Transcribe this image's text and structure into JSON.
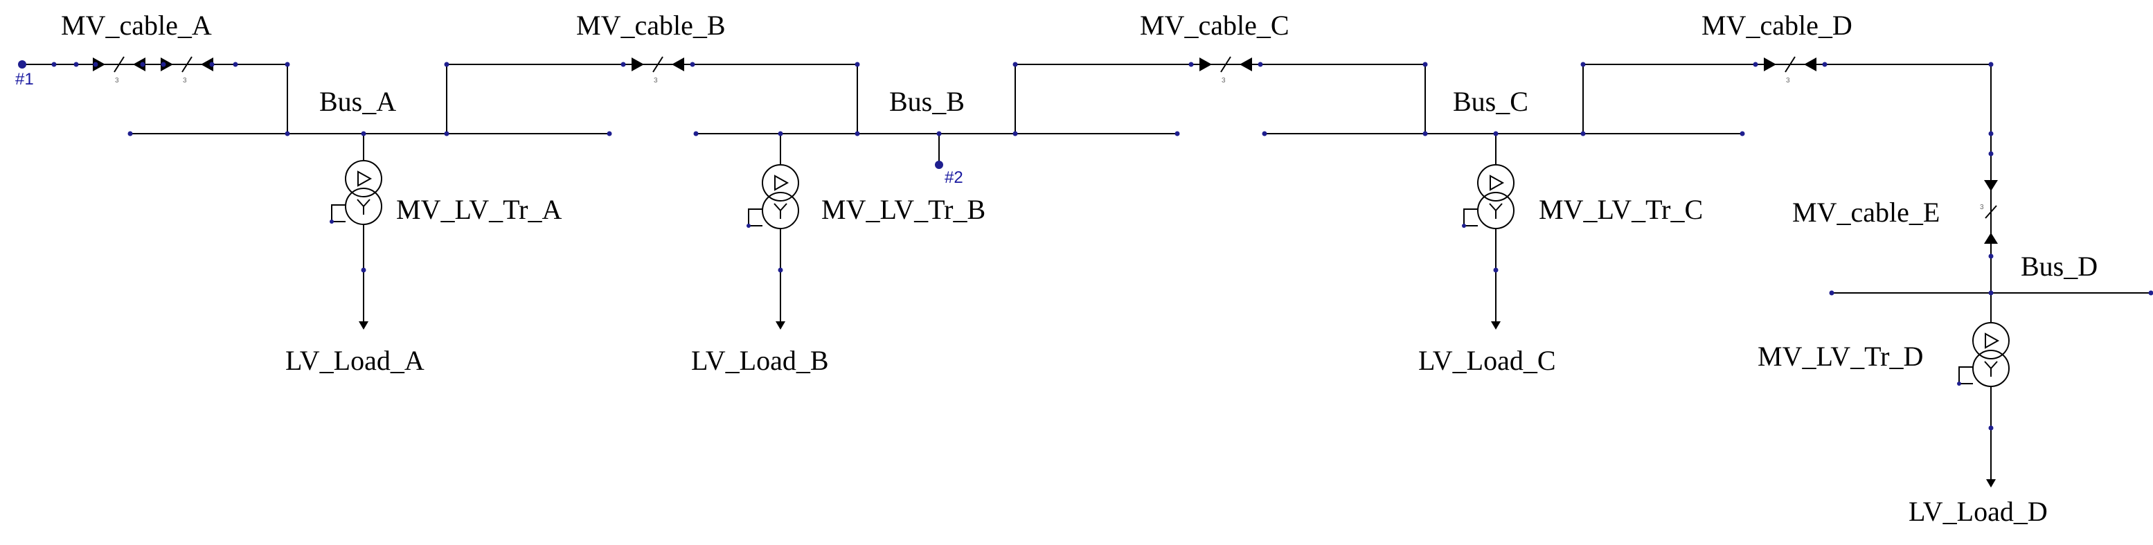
{
  "colors": {
    "wire": "#000000",
    "node_dot": "#1f1f8f",
    "node_label": "#1a1aa0",
    "background": "#ffffff"
  },
  "labels": {
    "cable_a": "MV_cable_A",
    "cable_b": "MV_cable_B",
    "cable_c": "MV_cable_C",
    "cable_d": "MV_cable_D",
    "cable_e": "MV_cable_E",
    "bus_a": "Bus_A",
    "bus_b": "Bus_B",
    "bus_c": "Bus_C",
    "bus_d": "Bus_D",
    "tr_a": "MV_LV_Tr_A",
    "tr_b": "MV_LV_Tr_B",
    "tr_c": "MV_LV_Tr_C",
    "tr_d": "MV_LV_Tr_D",
    "load_a": "LV_Load_A",
    "load_b": "LV_Load_B",
    "load_c": "LV_Load_C",
    "load_d": "LV_Load_D",
    "node_1": "#1",
    "node_2": "#2"
  },
  "icons": {
    "cable": "cable-segment-icon",
    "transformer": "two-winding-transformer-icon",
    "load": "load-arrow-icon",
    "node": "node-dot-icon"
  }
}
